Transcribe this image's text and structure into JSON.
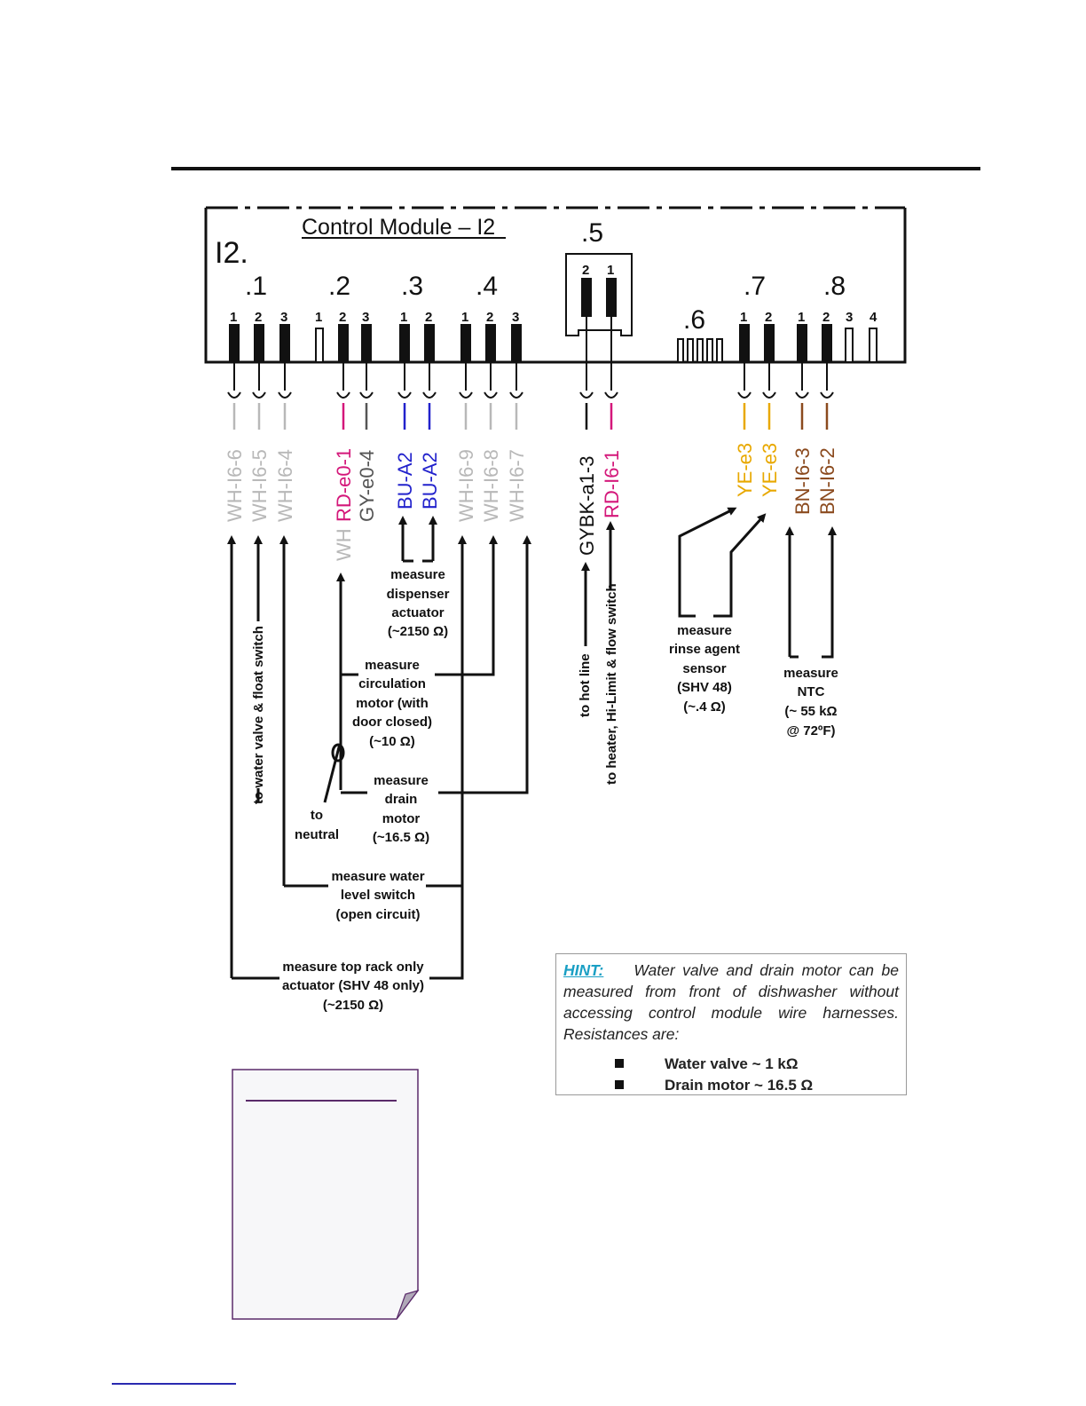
{
  "module": {
    "title": "Control Module – I2",
    "id_label": "I2.",
    "connector_labels": [
      ".1",
      ".2",
      ".3",
      ".4",
      ".5",
      ".6",
      ".7",
      ".8"
    ]
  },
  "pins": {
    "c1": [
      "1",
      "2",
      "3"
    ],
    "c2": [
      "1",
      "2",
      "3"
    ],
    "c3": [
      "1",
      "2"
    ],
    "c4": [
      "1",
      "2",
      "3"
    ],
    "c5": [
      "2",
      "1"
    ],
    "c7": [
      "1",
      "2"
    ],
    "c8": [
      "1",
      "2",
      "3",
      "4"
    ]
  },
  "wires": {
    "w1": "WH-I6-6",
    "w2": "WH-I6-5",
    "w3": "WH-I6-4",
    "w4_prefix": "WH",
    "w4": "RD-e0-1",
    "w5": "GY-e0-4",
    "w6": "BU-A2",
    "w7": "BU-A2",
    "w8": "WH-I6-9",
    "w9": "WH-I6-8",
    "w10": "WH-I6-7",
    "w11": "GYBK-a1-3",
    "w12": "RD-I6-1",
    "w13": "YE-e3",
    "w14": "YE-e3",
    "w15": "BN-I6-3",
    "w16": "BN-I6-2"
  },
  "labels": {
    "water_valve": "to water valve & float switch",
    "neutral": [
      "to",
      "neutral"
    ],
    "dispenser": [
      "measure",
      "dispenser",
      "actuator",
      "(~2150 Ω)"
    ],
    "circulation": [
      "measure",
      "circulation",
      "motor (with",
      "door closed)",
      "(~10 Ω)"
    ],
    "drain": [
      "measure",
      "drain",
      "motor",
      "(~16.5 Ω)"
    ],
    "level": [
      "measure water",
      "level switch",
      "(open circuit)"
    ],
    "top_rack": [
      "measure top rack only",
      "actuator (SHV 48 only)",
      "(~2150 Ω)"
    ],
    "hot_line": "to hot line",
    "heater": "to heater, Hi-Limit & flow switch",
    "rinse": [
      "measure",
      "rinse agent",
      "sensor",
      "(SHV 48)",
      "(~.4 Ω)"
    ],
    "ntc": [
      "measure",
      "NTC",
      "(~ 55 kΩ",
      "@ 72ºF)"
    ]
  },
  "hint": {
    "label": "HINT:",
    "text": "Water valve and drain motor can be measured from front of dishwasher without accessing control module wire harnesses. Resistances are:",
    "items": [
      "Water valve ~ 1 kΩ",
      "Drain motor ~ 16.5 Ω"
    ]
  },
  "colors": {
    "white_wire": "#b8b8b8",
    "red_wire": "#d4177a",
    "gray_wire": "#555555",
    "blue_wire": "#2222cc",
    "black_wire": "#111111",
    "yellow_wire": "#e8a800",
    "brown_wire": "#8b4a1e",
    "hint_label": "#1a9fc4",
    "note_border": "#5a2a6a"
  }
}
